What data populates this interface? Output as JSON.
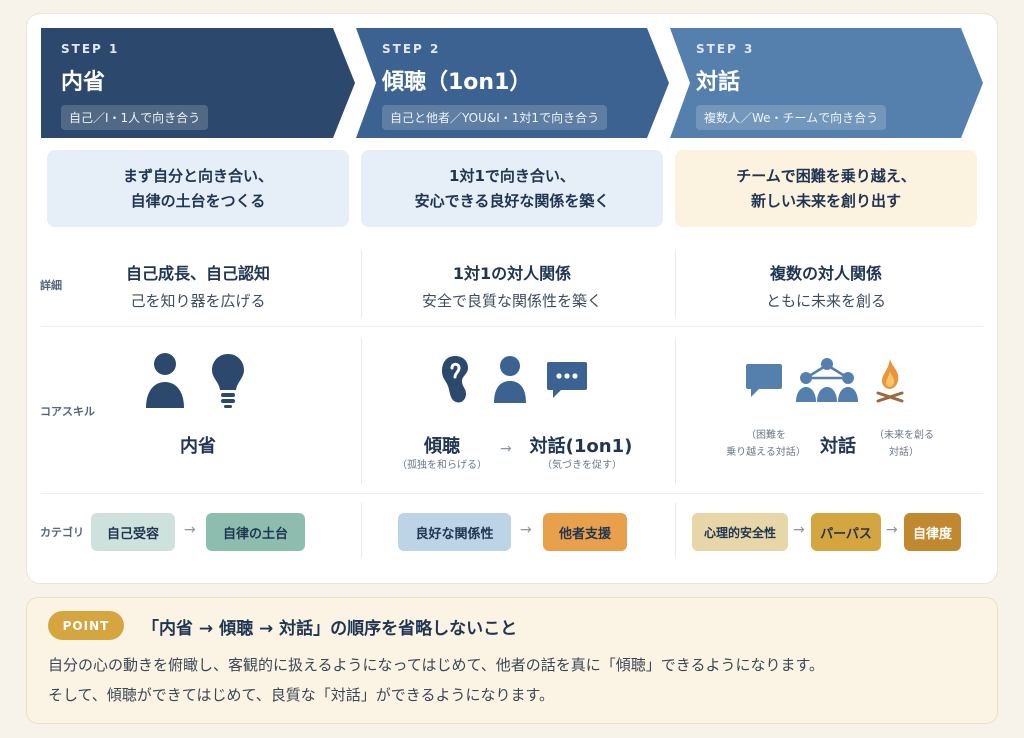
{
  "steps": [
    {
      "step": "STEP 1",
      "title": "内省",
      "sub": "自己／I・1人で向き合う"
    },
    {
      "step": "STEP 2",
      "title": "傾聴（1on1）",
      "sub": "自己と他者／YOU&I・1対1で向き合う"
    },
    {
      "step": "STEP 3",
      "title": "対話",
      "sub": "複数人／We・チームで向き合う"
    }
  ],
  "messages": [
    "まず自分と向き合い、\n自律の土台をつくる",
    "1対1で向き合い、\n安心できる良好な関係を築く",
    "チームで困難を乗り越え、\n新しい未来を創り出す"
  ],
  "row_labels": {
    "detail": "詳細",
    "core_skill": "コアスキル",
    "category": "カテゴリ"
  },
  "details": [
    {
      "title": "自己成長、自己認知",
      "sub": "己を知り器を広げる"
    },
    {
      "title": "1対1の対人関係",
      "sub": "安全で良質な関係性を築く"
    },
    {
      "title": "複数の対人関係",
      "sub": "ともに未来を創る"
    }
  ],
  "skills": {
    "col1": {
      "main": "内省"
    },
    "col2": {
      "a": "傾聴",
      "a_note": "（孤独を和らげる）",
      "b": "対話(1on1)",
      "b_note": "（気づきを促す）",
      "arrow": "→"
    },
    "col3": {
      "left_note_1": "（困難を",
      "left_note_2": "乗り越える対話）",
      "main": "対話",
      "right_note_1": "（未来を創る",
      "right_note_2": "対話）"
    }
  },
  "categories": {
    "col1": [
      "自己受容",
      "自律の土台"
    ],
    "col2": [
      "良好な関係性",
      "他者支援"
    ],
    "col3": [
      "心理的安全性",
      "パーパス",
      "自律度"
    ],
    "arrow": "→"
  },
  "point": {
    "badge": "POINT",
    "title": "「内省 → 傾聴 → 対話」の順序を省略しないこと",
    "line1": "自分の心の動きを俯瞰し、客観的に扱えるようになってはじめて、他者の話を真に「傾聴」できるようになります。",
    "line2": "そして、傾聴ができてはじめて、良質な「対話」ができるようになります。"
  },
  "colors": {
    "navy": "#2c486c",
    "mid_blue": "#3b6290",
    "light_blue": "#5580ad",
    "gold": "#d5a640",
    "orange": "#e9a04b",
    "teal": "#8dbdaf"
  }
}
